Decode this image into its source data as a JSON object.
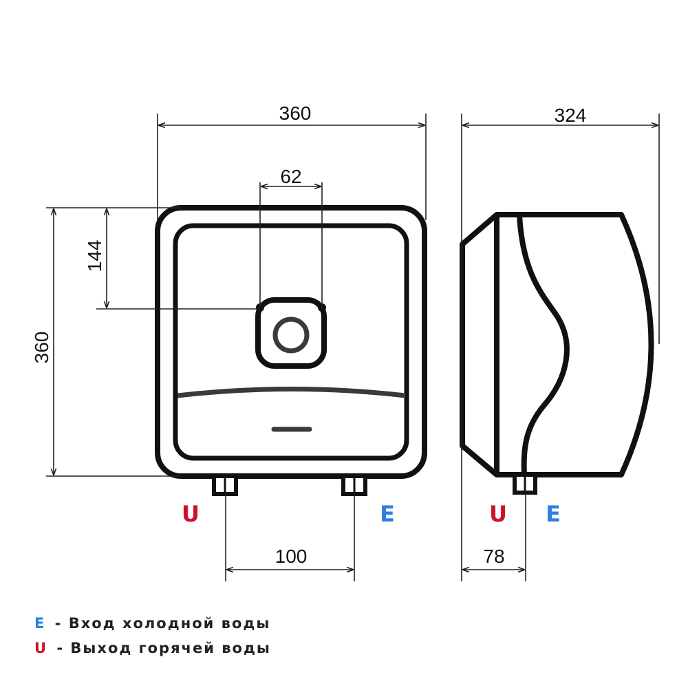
{
  "dimensions": {
    "front_width": "360",
    "front_height": "360",
    "outlet_spacing_top": "62",
    "outlet_offset_vertical": "144",
    "pipe_spacing": "100",
    "side_depth": "324",
    "side_pipe_offset": "78"
  },
  "ports": {
    "hot_letter": "U",
    "cold_letter": "E"
  },
  "legend": {
    "cold": {
      "key": "E",
      "text": "- Вход холодной воды"
    },
    "hot": {
      "key": "U",
      "text": "- Выход горячей воды"
    }
  },
  "colors": {
    "outline": "#111111",
    "dimension_line": "#222222",
    "hot": "#d0102a",
    "cold": "#2f7fe0",
    "panel_line": "#3a3a3a"
  }
}
